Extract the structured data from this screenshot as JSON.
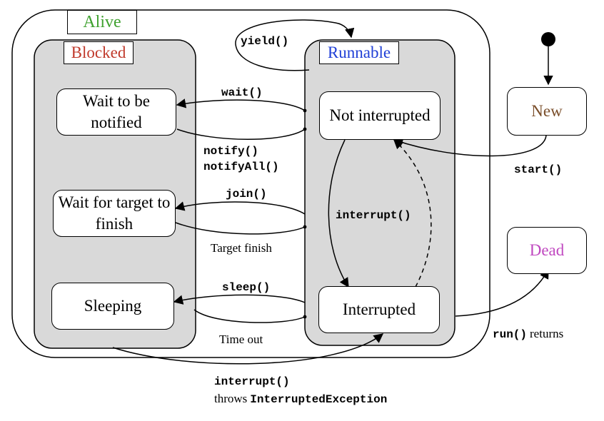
{
  "colors": {
    "alive": "#3fa12f",
    "blocked": "#c0392b",
    "runnable": "#1f3fd6",
    "new": "#7a4e2a",
    "dead": "#c048c0",
    "container_fill": "#d9d9d9"
  },
  "containers": {
    "alive": "Alive",
    "blocked": "Blocked",
    "runnable": "Runnable"
  },
  "states": {
    "wait_notified": "Wait to be notified",
    "wait_target": "Wait for target to finish",
    "sleeping": "Sleeping",
    "not_interrupted": "Not interrupted",
    "interrupted": "Interrupted",
    "new": "New",
    "dead": "Dead"
  },
  "transitions": {
    "yield": "yield()",
    "wait": "wait()",
    "notify": "notify()",
    "notify_all": "notifyAll()",
    "join": "join()",
    "target_finish": "Target finish",
    "sleep": "sleep()",
    "time_out": "Time out",
    "interrupt": "interrupt()",
    "start": "start()",
    "run_code": "run()",
    "run_returns": "returns",
    "bottom_interrupt": "interrupt()",
    "bottom_throws": "throws",
    "bottom_exception": "InterruptedException"
  }
}
